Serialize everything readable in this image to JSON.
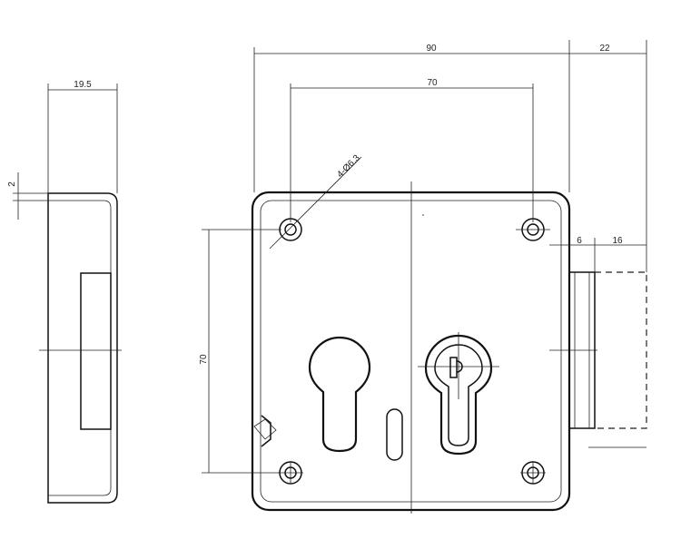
{
  "dimensions": {
    "side_width": "19.5",
    "side_offset": "2",
    "overall_width": "90",
    "bolt_projection": "22",
    "hole_spacing_horizontal": "70",
    "hole_spacing_vertical": "70",
    "hole_callout": "4-Ø6.3",
    "bolt_offset": "6",
    "bolt_length": "16"
  },
  "colors": {
    "line": "#111111",
    "background": "#ffffff"
  }
}
